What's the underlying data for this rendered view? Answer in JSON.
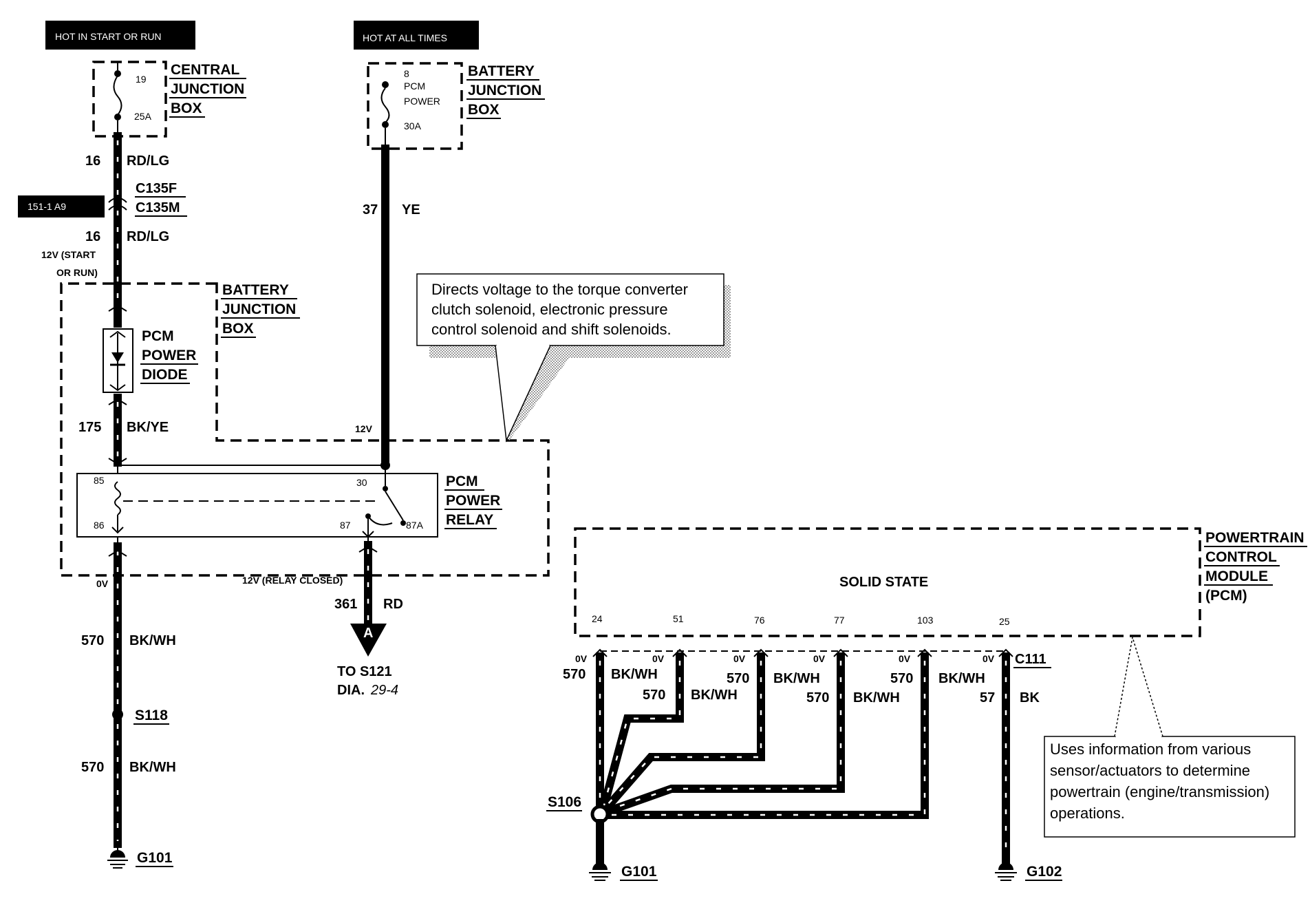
{
  "headers": {
    "hot_start_run": "HOT IN START OR RUN",
    "hot_all_times": "HOT AT ALL TIMES",
    "ref_tag": "151-1 A9"
  },
  "central_junction_box": {
    "label_lines": [
      "CENTRAL",
      "JUNCTION",
      "BOX"
    ],
    "fuse_number": "19",
    "fuse_rating": "25A"
  },
  "battery_junction_box_fuse": {
    "label_lines": [
      "BATTERY",
      "JUNCTION",
      "BOX"
    ],
    "fuse_number": "8",
    "fuse_name_lines": [
      "PCM",
      "POWER"
    ],
    "fuse_rating": "30A"
  },
  "left_wires": {
    "w16a_circuit": "16",
    "w16a_color": "RD/LG",
    "connector_f": "C135F",
    "connector_m": "C135M",
    "w16b_circuit": "16",
    "w16b_color": "RD/LG",
    "voltage_start_run_1": "12V (START",
    "voltage_start_run_2": "OR RUN)",
    "w175_circuit": "175",
    "w175_color": "BK/YE",
    "ov_label": "0V",
    "w570a_circuit": "570",
    "w570a_color": "BK/WH",
    "splice": "S118",
    "w570b_circuit": "570",
    "w570b_color": "BK/WH",
    "ground": "G101"
  },
  "middle_wires": {
    "w37_circuit": "37",
    "w37_color": "YE",
    "voltage_12v": "12V",
    "relay_closed": "12V (RELAY CLOSED)",
    "w361_circuit": "361",
    "w361_color": "RD",
    "connector_letter": "A",
    "to_splice": "TO S121",
    "dia_prefix": "DIA.",
    "dia_ref": "29-4"
  },
  "battery_junction_box_relay": {
    "label_lines": [
      "BATTERY",
      "JUNCTION",
      "BOX"
    ],
    "diode_label_lines": [
      "PCM",
      "POWER",
      "DIODE"
    ],
    "relay_label_lines": [
      "PCM",
      "POWER",
      "RELAY"
    ],
    "pins": {
      "p85": "85",
      "p86": "86",
      "p30": "30",
      "p87": "87",
      "p87a": "87A"
    }
  },
  "callouts": {
    "relay_note": [
      "Directs voltage to the torque converter",
      "clutch solenoid, electronic pressure",
      "control solenoid and shift solenoids."
    ],
    "pcm_note": [
      "Uses information from various",
      "sensor/actuators to determine",
      "powertrain (engine/transmission)",
      "operations."
    ]
  },
  "pcm": {
    "label_lines": [
      "POWERTRAIN",
      "CONTROL",
      "MODULE",
      "(PCM)"
    ],
    "state": "SOLID STATE",
    "pins": [
      "24",
      "51",
      "76",
      "77",
      "103",
      "25"
    ],
    "ov": "0V",
    "connector": "C111",
    "wires": [
      {
        "circuit": "570",
        "color": "BK/WH"
      },
      {
        "circuit": "570",
        "color": "BK/WH"
      },
      {
        "circuit": "570",
        "color": "BK/WH"
      },
      {
        "circuit": "570",
        "color": "BK/WH"
      },
      {
        "circuit": "570",
        "color": "BK/WH"
      },
      {
        "circuit": "57",
        "color": "BK"
      }
    ],
    "splice": "S106",
    "ground_left": "G101",
    "ground_right": "G102"
  }
}
